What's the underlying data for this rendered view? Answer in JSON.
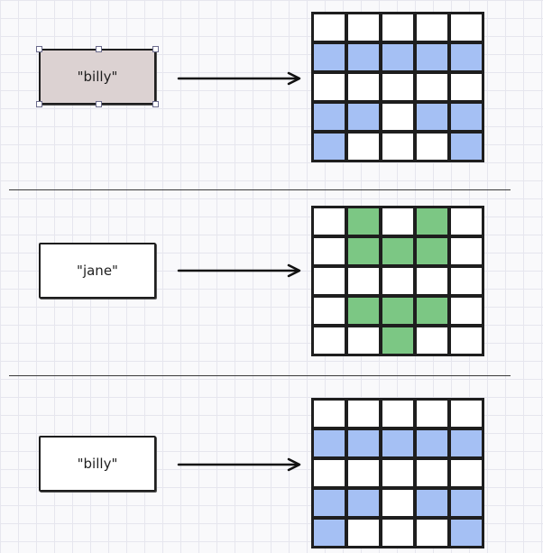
{
  "colors": {
    "blue": "#a5c0f4",
    "green": "#7cc784",
    "white": "#ffffff",
    "selected_fill": "#dcd2d2"
  },
  "rows": [
    {
      "label": "\"billy\"",
      "selected": true,
      "grid": [
        [
          "white",
          "white",
          "white",
          "white",
          "white"
        ],
        [
          "blue",
          "blue",
          "blue",
          "blue",
          "blue"
        ],
        [
          "white",
          "white",
          "white",
          "white",
          "white"
        ],
        [
          "blue",
          "blue",
          "white",
          "blue",
          "blue"
        ],
        [
          "blue",
          "white",
          "white",
          "white",
          "blue"
        ]
      ]
    },
    {
      "label": "\"jane\"",
      "selected": false,
      "grid": [
        [
          "white",
          "green",
          "white",
          "green",
          "white"
        ],
        [
          "white",
          "green",
          "green",
          "green",
          "white"
        ],
        [
          "white",
          "white",
          "white",
          "white",
          "white"
        ],
        [
          "white",
          "green",
          "green",
          "green",
          "white"
        ],
        [
          "white",
          "white",
          "green",
          "white",
          "white"
        ]
      ]
    },
    {
      "label": "\"billy\"",
      "selected": false,
      "grid": [
        [
          "white",
          "white",
          "white",
          "white",
          "white"
        ],
        [
          "blue",
          "blue",
          "blue",
          "blue",
          "blue"
        ],
        [
          "white",
          "white",
          "white",
          "white",
          "white"
        ],
        [
          "blue",
          "blue",
          "white",
          "blue",
          "blue"
        ],
        [
          "blue",
          "white",
          "white",
          "white",
          "blue"
        ]
      ]
    }
  ]
}
